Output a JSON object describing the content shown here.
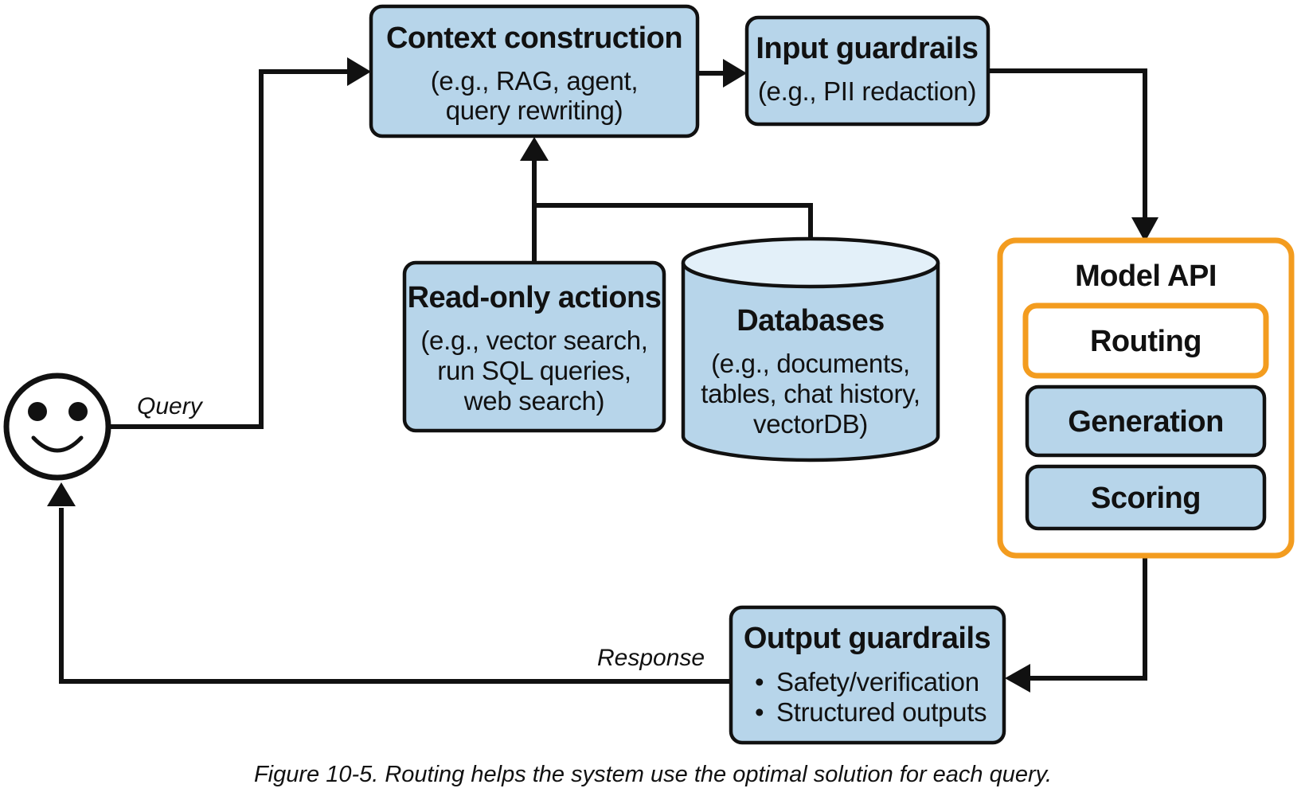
{
  "colors": {
    "box_fill": "#b7d5ea",
    "cylinder_top": "#e3f0f9",
    "accent_orange": "#f39c1f",
    "line": "#111111"
  },
  "user": {
    "icon": "smiley-face-icon"
  },
  "edges": {
    "query_label": "Query",
    "response_label": "Response"
  },
  "context_construction": {
    "title": "Context construction",
    "lines": [
      "(e.g., RAG, agent,",
      "query rewriting)"
    ]
  },
  "input_guardrails": {
    "title": "Input guardrails",
    "lines": [
      "(e.g., PII redaction)"
    ]
  },
  "read_only_actions": {
    "title": "Read-only actions",
    "lines": [
      "(e.g., vector search,",
      "run SQL queries,",
      "web search)"
    ]
  },
  "databases": {
    "title": "Databases",
    "lines": [
      "(e.g., documents,",
      "tables, chat history,",
      "vectorDB)"
    ]
  },
  "model_api": {
    "title": "Model API",
    "items": [
      "Routing",
      "Generation",
      "Scoring"
    ]
  },
  "output_guardrails": {
    "title": "Output guardrails",
    "bullet_char": "•",
    "bullets": [
      "Safety/verification",
      "Structured outputs"
    ]
  },
  "caption": "Figure 10-5. Routing helps the system use the optimal solution for each query."
}
